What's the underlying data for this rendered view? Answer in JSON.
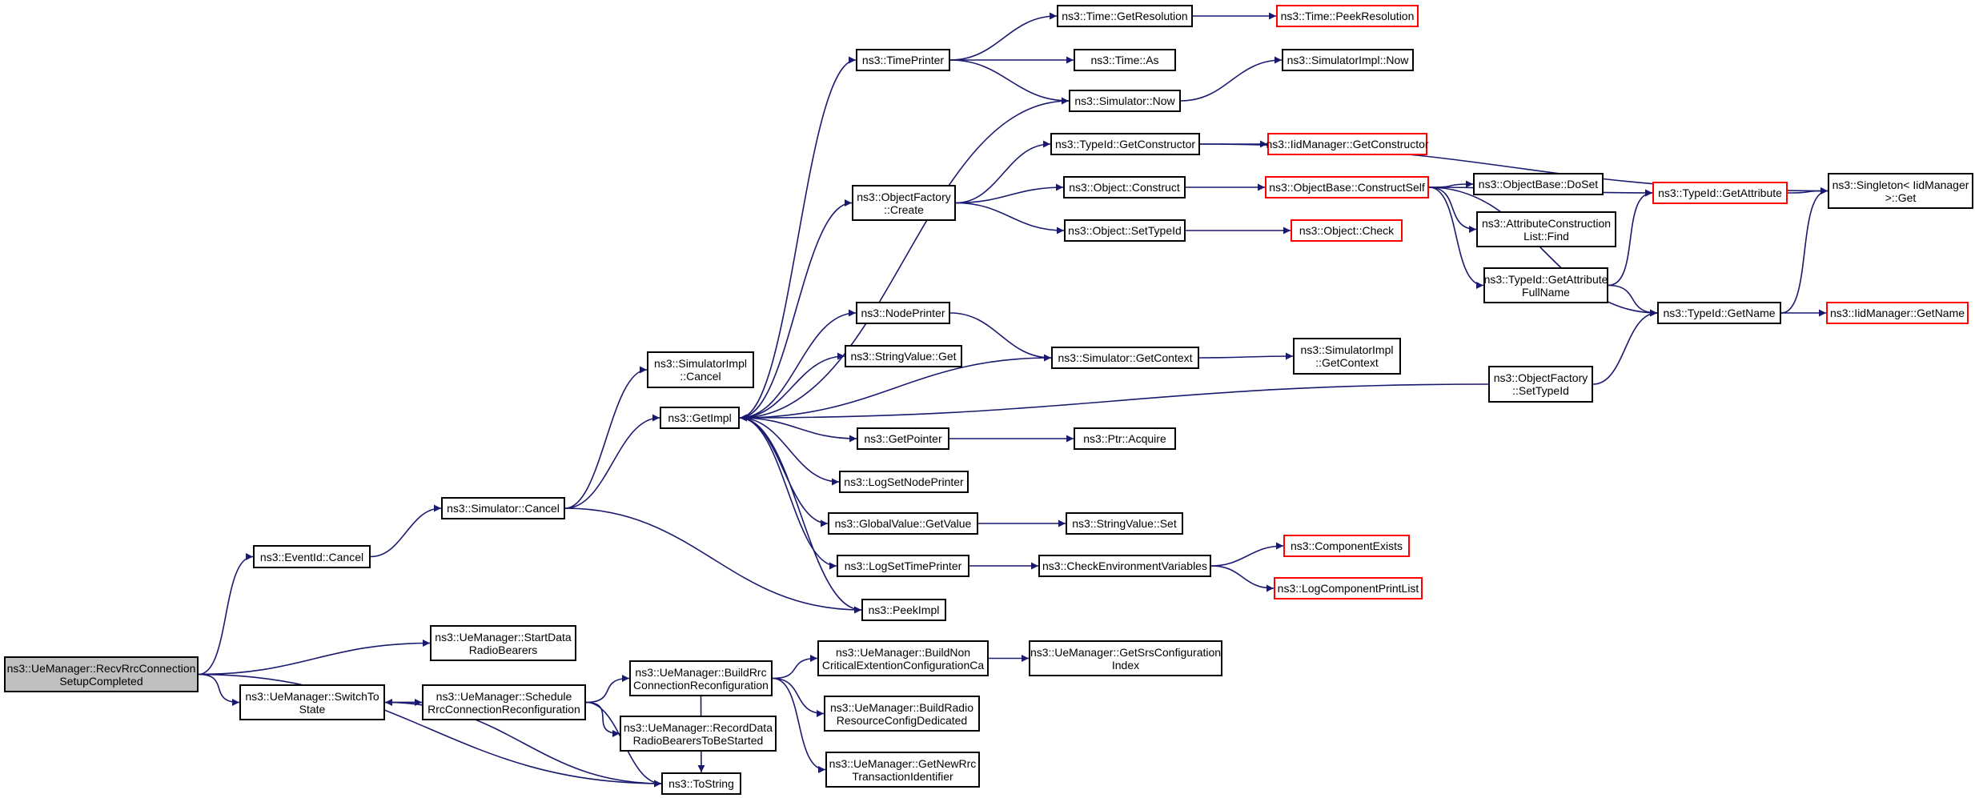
{
  "colors": {
    "edge": "#191970",
    "node_border": "#000000",
    "undocumented_border": "#ff0000",
    "root_fill": "#bfbfbf"
  },
  "nodes": [
    {
      "id": "root",
      "lines": [
        "ns3::UeManager::RecvRrcConnection",
        "SetupCompleted"
      ],
      "root": true
    },
    {
      "id": "eventid_cancel",
      "lines": [
        "ns3::EventId::Cancel"
      ]
    },
    {
      "id": "startdata",
      "lines": [
        "ns3::UeManager::StartData",
        "RadioBearers"
      ]
    },
    {
      "id": "switchto",
      "lines": [
        "ns3::UeManager::SwitchTo",
        "State"
      ]
    },
    {
      "id": "tostring",
      "lines": [
        "ns3::ToString"
      ]
    },
    {
      "id": "sim_cancel",
      "lines": [
        "ns3::Simulator::Cancel"
      ]
    },
    {
      "id": "schedule",
      "lines": [
        "ns3::UeManager::Schedule",
        "RrcConnectionReconfiguration"
      ]
    },
    {
      "id": "simimpl_cancel",
      "lines": [
        "ns3::SimulatorImpl",
        "::Cancel"
      ]
    },
    {
      "id": "getimpl",
      "lines": [
        "ns3::GetImpl"
      ]
    },
    {
      "id": "peekimpl",
      "lines": [
        "ns3::PeekImpl"
      ]
    },
    {
      "id": "buildrrc",
      "lines": [
        "ns3::UeManager::BuildRrc",
        "ConnectionReconfiguration"
      ]
    },
    {
      "id": "recorddata",
      "lines": [
        "ns3::UeManager::RecordData",
        "RadioBearersToBeStarted"
      ]
    },
    {
      "id": "timeprinter",
      "lines": [
        "ns3::TimePrinter"
      ]
    },
    {
      "id": "objfactory_create",
      "lines": [
        "ns3::ObjectFactory",
        "::Create"
      ]
    },
    {
      "id": "nodeprinter",
      "lines": [
        "ns3::NodePrinter"
      ]
    },
    {
      "id": "stringvalue_get",
      "lines": [
        "ns3::StringValue::Get"
      ]
    },
    {
      "id": "getpointer",
      "lines": [
        "ns3::GetPointer"
      ]
    },
    {
      "id": "logsetnodeprinter",
      "lines": [
        "ns3::LogSetNodePrinter"
      ]
    },
    {
      "id": "globalvalue_getvalue",
      "lines": [
        "ns3::GlobalValue::GetValue"
      ]
    },
    {
      "id": "logsettimeprinter",
      "lines": [
        "ns3::LogSetTimePrinter"
      ]
    },
    {
      "id": "buildnoncritical",
      "lines": [
        "ns3::UeManager::BuildNon",
        "CriticalExtentionConfigurationCa"
      ]
    },
    {
      "id": "buildradio",
      "lines": [
        "ns3::UeManager::BuildRadio",
        "ResourceConfigDedicated"
      ]
    },
    {
      "id": "getnewrrc",
      "lines": [
        "ns3::UeManager::GetNewRrc",
        "TransactionIdentifier"
      ]
    },
    {
      "id": "time_getresolution",
      "lines": [
        "ns3::Time::GetResolution"
      ]
    },
    {
      "id": "time_as",
      "lines": [
        "ns3::Time::As"
      ]
    },
    {
      "id": "sim_now",
      "lines": [
        "ns3::Simulator::Now"
      ]
    },
    {
      "id": "typeid_getconstructor",
      "lines": [
        "ns3::TypeId::GetConstructor"
      ]
    },
    {
      "id": "object_construct",
      "lines": [
        "ns3::Object::Construct"
      ]
    },
    {
      "id": "object_settypeid",
      "lines": [
        "ns3::Object::SetTypeId"
      ]
    },
    {
      "id": "sim_getcontext",
      "lines": [
        "ns3::Simulator::GetContext"
      ]
    },
    {
      "id": "ptr_acquire",
      "lines": [
        "ns3::Ptr::Acquire"
      ]
    },
    {
      "id": "stringvalue_set",
      "lines": [
        "ns3::StringValue::Set"
      ]
    },
    {
      "id": "checkenv",
      "lines": [
        "ns3::CheckEnvironmentVariables"
      ]
    },
    {
      "id": "getsrsconfig",
      "lines": [
        "ns3::UeManager::GetSrsConfiguration",
        "Index"
      ]
    },
    {
      "id": "time_peekresolution",
      "lines": [
        "ns3::Time::PeekResolution"
      ],
      "undocumented": true
    },
    {
      "id": "simimpl_now",
      "lines": [
        "ns3::SimulatorImpl::Now"
      ]
    },
    {
      "id": "iidmanager_getconstructor",
      "lines": [
        "ns3::IidManager::GetConstructor"
      ],
      "undocumented": true
    },
    {
      "id": "objectbase_constructself",
      "lines": [
        "ns3::ObjectBase::ConstructSelf"
      ],
      "undocumented": true
    },
    {
      "id": "object_check",
      "lines": [
        "ns3::Object::Check"
      ],
      "undocumented": true
    },
    {
      "id": "simimpl_getcontext",
      "lines": [
        "ns3::SimulatorImpl",
        "::GetContext"
      ]
    },
    {
      "id": "componentexists",
      "lines": [
        "ns3::ComponentExists"
      ],
      "undocumented": true
    },
    {
      "id": "logcomponentprintlist",
      "lines": [
        "ns3::LogComponentPrintList"
      ],
      "undocumented": true
    },
    {
      "id": "objectbase_doset",
      "lines": [
        "ns3::ObjectBase::DoSet"
      ]
    },
    {
      "id": "attrconstruction_find",
      "lines": [
        "ns3::AttributeConstruction",
        "List::Find"
      ]
    },
    {
      "id": "typeid_getattributefullname",
      "lines": [
        "ns3::TypeId::GetAttribute",
        "FullName"
      ]
    },
    {
      "id": "objfactory_settypeid",
      "lines": [
        "ns3::ObjectFactory",
        "::SetTypeId"
      ]
    },
    {
      "id": "typeid_getattribute",
      "lines": [
        "ns3::TypeId::GetAttribute"
      ],
      "undocumented": true
    },
    {
      "id": "typeid_getname",
      "lines": [
        "ns3::TypeId::GetName"
      ]
    },
    {
      "id": "singleton_get",
      "lines": [
        "ns3::Singleton< IidManager",
        " >::Get"
      ]
    },
    {
      "id": "iidmanager_getname",
      "lines": [
        "ns3::IidManager::GetName"
      ],
      "undocumented": true
    }
  ],
  "edges": [
    [
      "root",
      "eventid_cancel"
    ],
    [
      "root",
      "startdata"
    ],
    [
      "root",
      "switchto"
    ],
    [
      "root",
      "tostring"
    ],
    [
      "eventid_cancel",
      "sim_cancel"
    ],
    [
      "switchto",
      "schedule"
    ],
    [
      "switchto",
      "tostring"
    ],
    [
      "schedule",
      "switchto"
    ],
    [
      "schedule",
      "buildrrc"
    ],
    [
      "schedule",
      "recorddata"
    ],
    [
      "schedule",
      "tostring"
    ],
    [
      "sim_cancel",
      "simimpl_cancel"
    ],
    [
      "sim_cancel",
      "getimpl"
    ],
    [
      "sim_cancel",
      "peekimpl"
    ],
    [
      "getimpl",
      "timeprinter"
    ],
    [
      "getimpl",
      "objfactory_create"
    ],
    [
      "getimpl",
      "nodeprinter"
    ],
    [
      "getimpl",
      "stringvalue_get"
    ],
    [
      "getimpl",
      "getpointer"
    ],
    [
      "getimpl",
      "logsetnodeprinter"
    ],
    [
      "getimpl",
      "globalvalue_getvalue"
    ],
    [
      "getimpl",
      "logsettimeprinter"
    ],
    [
      "getimpl",
      "peekimpl"
    ],
    [
      "buildrrc",
      "buildnoncritical"
    ],
    [
      "buildrrc",
      "buildradio"
    ],
    [
      "buildrrc",
      "getnewrrc"
    ],
    [
      "buildrrc",
      "tostring"
    ],
    [
      "buildnoncritical",
      "getsrsconfig"
    ],
    [
      "timeprinter",
      "time_getresolution"
    ],
    [
      "timeprinter",
      "time_as"
    ],
    [
      "timeprinter",
      "sim_now"
    ],
    [
      "time_getresolution",
      "time_peekresolution"
    ],
    [
      "sim_now",
      "simimpl_now"
    ],
    [
      "sim_now",
      "getimpl"
    ],
    [
      "objfactory_create",
      "typeid_getconstructor"
    ],
    [
      "objfactory_create",
      "object_construct"
    ],
    [
      "objfactory_create",
      "object_settypeid"
    ],
    [
      "typeid_getconstructor",
      "iidmanager_getconstructor"
    ],
    [
      "typeid_getconstructor",
      "singleton_get"
    ],
    [
      "object_construct",
      "objectbase_constructself"
    ],
    [
      "object_settypeid",
      "object_check"
    ],
    [
      "nodeprinter",
      "sim_getcontext"
    ],
    [
      "sim_getcontext",
      "simimpl_getcontext"
    ],
    [
      "sim_getcontext",
      "getimpl"
    ],
    [
      "getpointer",
      "ptr_acquire"
    ],
    [
      "globalvalue_getvalue",
      "stringvalue_set"
    ],
    [
      "logsettimeprinter",
      "checkenv"
    ],
    [
      "checkenv",
      "componentexists"
    ],
    [
      "checkenv",
      "logcomponentprintlist"
    ],
    [
      "objectbase_constructself",
      "objectbase_doset"
    ],
    [
      "objectbase_constructself",
      "attrconstruction_find"
    ],
    [
      "objectbase_constructself",
      "typeid_getattributefullname"
    ],
    [
      "objectbase_constructself",
      "typeid_getattribute"
    ],
    [
      "objectbase_constructself",
      "typeid_getname"
    ],
    [
      "typeid_getattributefullname",
      "typeid_getattribute"
    ],
    [
      "typeid_getattributefullname",
      "typeid_getname"
    ],
    [
      "objfactory_settypeid",
      "getimpl"
    ],
    [
      "objfactory_settypeid",
      "typeid_getname"
    ],
    [
      "typeid_getattribute",
      "singleton_get"
    ],
    [
      "typeid_getname",
      "singleton_get"
    ],
    [
      "typeid_getname",
      "iidmanager_getname"
    ]
  ]
}
